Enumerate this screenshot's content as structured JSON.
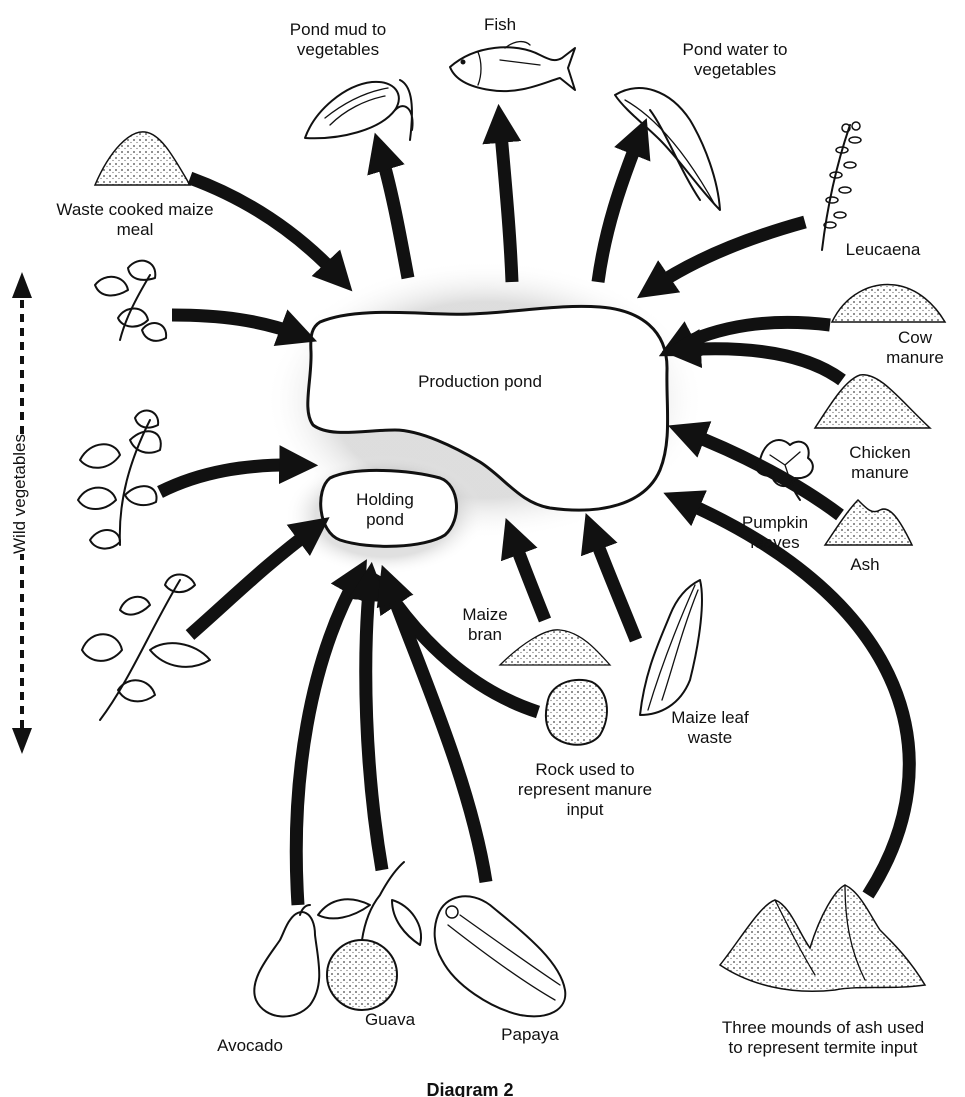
{
  "title": "Diagram 2",
  "ponds": {
    "production": "Production pond",
    "holding": "Holding pond"
  },
  "outputs": {
    "pond_mud": "Pond mud to vegetables",
    "fish": "Fish",
    "pond_water": "Pond water to vegetables"
  },
  "inputs": {
    "waste_maize": "Waste cooked maize meal",
    "leucaena": "Leucaena",
    "cow_manure": "Cow manure",
    "chicken_manure": "Chicken manure",
    "pumpkin_leaves": "Pumpkin leaves",
    "ash": "Ash",
    "maize_bran": "Maize bran",
    "rock": "Rock used to represent manure input",
    "maize_leaf": "Maize leaf waste",
    "termite_ash": "Three mounds of ash used to represent termite input",
    "avocado": "Avocado",
    "guava": "Guava",
    "papaya": "Papaya"
  },
  "side_label": "Wild vegetables"
}
